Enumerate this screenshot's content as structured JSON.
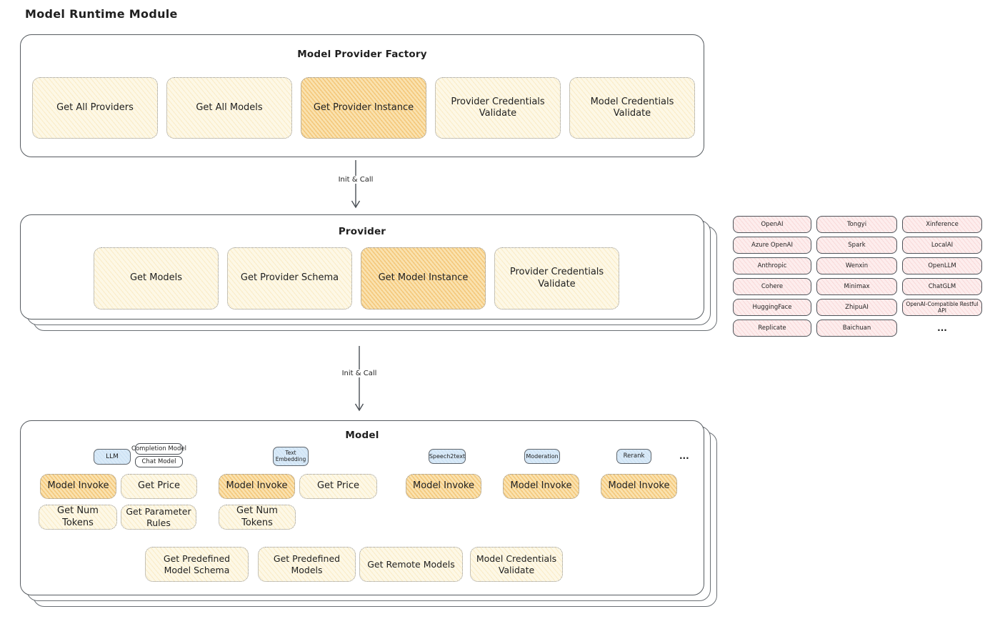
{
  "page_title": "Model Runtime Module",
  "factory": {
    "title": "Model Provider Factory",
    "buttons": [
      {
        "label": "Get All Providers",
        "highlighted": false
      },
      {
        "label": "Get All Models",
        "highlighted": false
      },
      {
        "label": "Get Provider Instance",
        "highlighted": true
      },
      {
        "label": "Provider Credentials Validate",
        "highlighted": false
      },
      {
        "label": "Model Credentials Validate",
        "highlighted": false
      }
    ]
  },
  "connections": {
    "factory_to_provider": "Init & Call",
    "provider_to_model": "Init & Call"
  },
  "provider": {
    "title": "Provider",
    "buttons": [
      {
        "label": "Get Models",
        "highlighted": false
      },
      {
        "label": "Get Provider Schema",
        "highlighted": false
      },
      {
        "label": "Get Model Instance",
        "highlighted": true
      },
      {
        "label": "Provider Credentials Validate",
        "highlighted": false
      }
    ]
  },
  "provider_palette": {
    "col1": [
      "OpenAI",
      "Azure OpenAI",
      "Anthropic",
      "Cohere",
      "HuggingFace",
      "Replicate"
    ],
    "col2": [
      "Tongyi",
      "Spark",
      "Wenxin",
      "Minimax",
      "ZhipuAI",
      "Baichuan"
    ],
    "col3": [
      "Xinference",
      "LocalAI",
      "OpenLLM",
      "ChatGLM",
      "OpenAI-Compatible Restful API"
    ],
    "more": "..."
  },
  "model": {
    "title": "Model",
    "tags": {
      "llm": "LLM",
      "completion_model": "Completion Model",
      "chat_model": "Chat Model",
      "text_embedding": "Text Embedding",
      "speech2text": "Speech2text",
      "moderation": "Moderation",
      "rerank": "Rerank",
      "more": "..."
    },
    "llm": {
      "invoke": "Model Invoke",
      "get_price": "Get Price",
      "get_num_tokens": "Get Num Tokens",
      "get_parameter_rules": "Get Parameter Rules"
    },
    "text_embedding": {
      "invoke": "Model Invoke",
      "get_price": "Get Price",
      "get_num_tokens": "Get Num Tokens"
    },
    "speech2text": {
      "invoke": "Model Invoke"
    },
    "moderation": {
      "invoke": "Model Invoke"
    },
    "rerank": {
      "invoke": "Model Invoke"
    },
    "shared": {
      "get_predefined_model_schema": "Get Predefined Model Schema",
      "get_predefined_models": "Get Predefined Models",
      "get_remote_models": "Get Remote Models",
      "model_credentials_validate": "Model Credentials Validate"
    }
  },
  "colors": {
    "node_fill": "#FDF8E6",
    "node_fill_highlight": "#F8E0AC",
    "node_hatch": "#F2C268",
    "provider_chip_fill": "#FDEDED",
    "provider_chip_hatch": "#E79494",
    "tag_fill": "#D9EAF8",
    "stroke": "#565B60"
  }
}
